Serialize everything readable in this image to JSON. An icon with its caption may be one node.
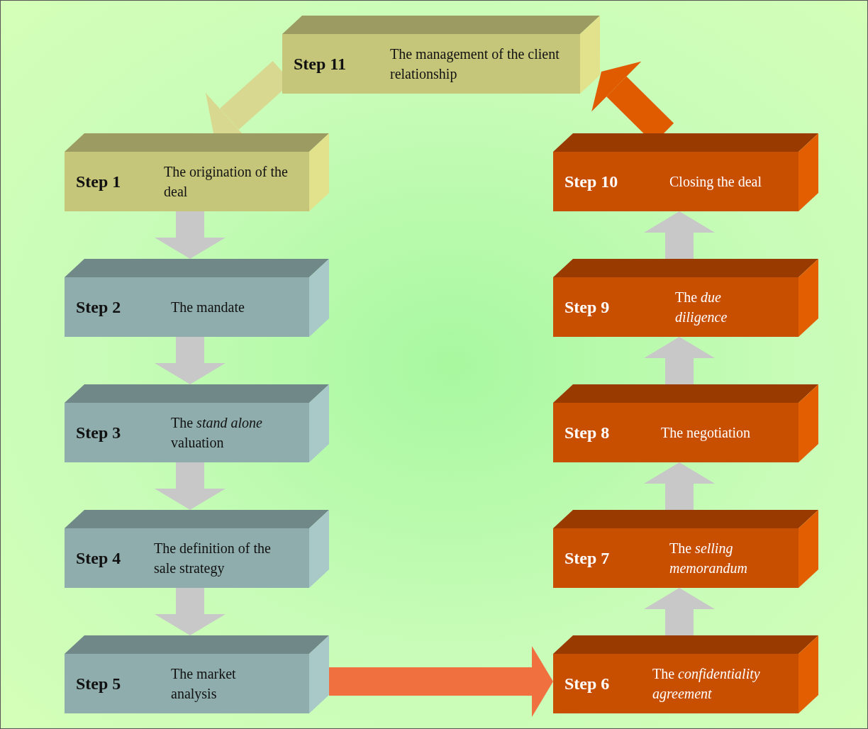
{
  "diagram": {
    "nodes": [
      {
        "text": [
          "Step 1",
          "The origination of the deal"
        ]
      },
      {
        "text": [
          "Step 2",
          "The mandate"
        ]
      },
      {
        "text": [
          "Step 3",
          "The *stand alone* valuation"
        ]
      },
      {
        "text": [
          "Step 4",
          "The definition of the sale strategy"
        ]
      },
      {
        "text": [
          "Step 5",
          "The market analysis"
        ]
      },
      {
        "text": [
          "Step 6",
          "The *confidentiality agreement*"
        ]
      },
      {
        "text": [
          "Step 7",
          "The *selling memorandum*"
        ]
      },
      {
        "text": [
          "Step 8",
          "The negotiation"
        ]
      },
      {
        "text": [
          "Step 9",
          "The *due diligence*"
        ]
      },
      {
        "text": [
          "Step 10",
          "Closing the deal"
        ]
      },
      {
        "text": [
          "Step 11",
          "The management of the client relationship"
        ]
      }
    ],
    "edges": [
      {
        "from": 0,
        "to": 1,
        "arrow": "to"
      },
      {
        "from": 1,
        "to": 2,
        "arrow": "to"
      },
      {
        "from": 2,
        "to": 3,
        "arrow": "to"
      },
      {
        "from": 3,
        "to": 4,
        "arrow": "to"
      },
      {
        "from": 4,
        "to": 5,
        "arrow": "to",
        "color": "#f07040"
      },
      {
        "from": 5,
        "to": 6,
        "arrow": "to"
      },
      {
        "from": 6,
        "to": 7,
        "arrow": "to"
      },
      {
        "from": 7,
        "to": 8,
        "arrow": "to"
      },
      {
        "from": 8,
        "to": 9,
        "arrow": "to"
      },
      {
        "from": 9,
        "to": 10,
        "arrow": "to",
        "color": "#e05a00"
      },
      {
        "from": 10,
        "to": 0,
        "arrow": "to",
        "color": "#d8d890"
      }
    ]
  }
}
